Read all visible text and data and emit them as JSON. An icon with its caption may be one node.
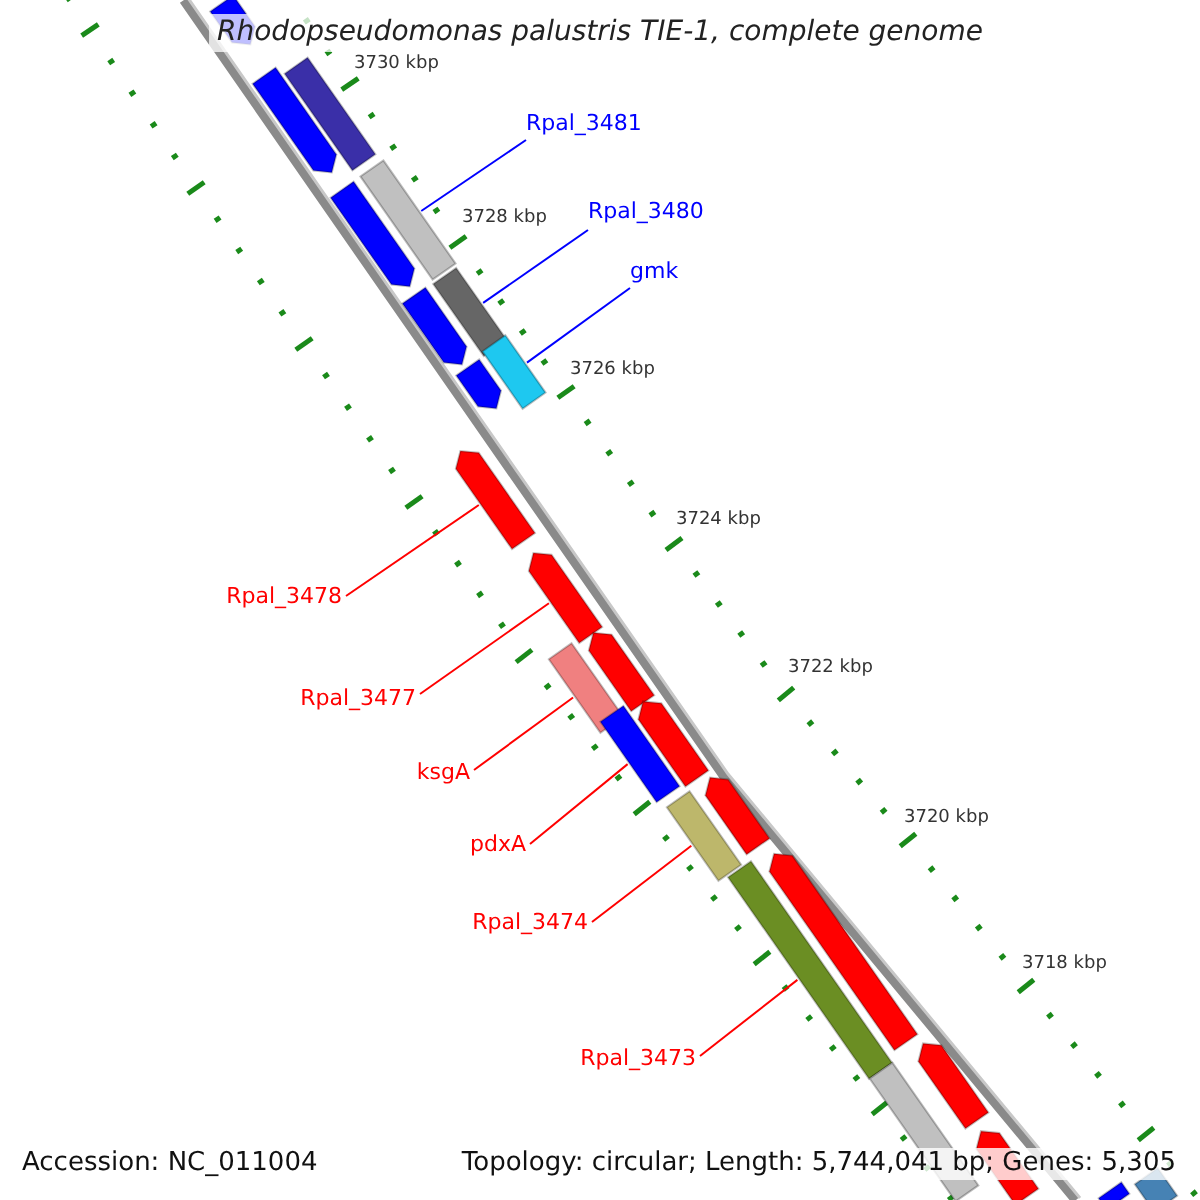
{
  "diagram": {
    "title": "Rhodopseudomonas palustris TIE-1, complete genome",
    "nodes": [
      {
        "text": [
          "Rpal_3481"
        ]
      },
      {
        "text": [],
        "shape": "bar"
      },
      {
        "text": [
          "Rpal_3480"
        ]
      },
      {
        "text": [],
        "shape": "bar"
      },
      {
        "text": [
          "gmk"
        ]
      },
      {
        "text": [],
        "shape": "bar"
      },
      {
        "text": [
          "Rpal_3478"
        ]
      },
      {
        "text": [],
        "shape": "bar"
      },
      {
        "text": [
          "Rpal_3477"
        ]
      },
      {
        "text": [],
        "shape": "bar"
      },
      {
        "text": [
          "ksgA"
        ]
      },
      {
        "text": [],
        "shape": "bar"
      },
      {
        "text": [
          "pdxA"
        ]
      },
      {
        "text": [],
        "shape": "bar"
      },
      {
        "text": [
          "Rpal_3474"
        ]
      },
      {
        "text": [],
        "shape": "bar"
      },
      {
        "text": [
          "Rpal_3473"
        ]
      },
      {
        "text": [],
        "shape": "bar"
      },
      {
        "text": [],
        "shape": "bar"
      },
      {
        "text": [],
        "shape": "bar"
      },
      {
        "text": [],
        "shape": "bar"
      },
      {
        "text": [],
        "shape": "bar"
      },
      {
        "text": [],
        "shape": "bar"
      },
      {
        "text": [],
        "shape": "bar"
      },
      {
        "text": [],
        "shape": "bar"
      },
      {
        "text": [],
        "shape": "bar"
      },
      {
        "text": [],
        "shape": "bar"
      },
      {
        "text": [],
        "shape": "bar"
      },
      {
        "text": [],
        "shape": "bar"
      },
      {
        "text": [],
        "shape": "bar"
      },
      {
        "text": [],
        "shape": "bar"
      },
      {
        "text": [],
        "shape": "bar"
      },
      {
        "text": [],
        "shape": "bar"
      }
    ],
    "edges": [
      {
        "from": 0,
        "to": 1,
        "arrow": "none",
        "color": "#0000ff"
      },
      {
        "from": 2,
        "to": 3,
        "arrow": "none",
        "color": "#0000ff"
      },
      {
        "from": 4,
        "to": 5,
        "arrow": "none",
        "color": "#0000ff"
      },
      {
        "from": 6,
        "to": 7,
        "arrow": "none"
      },
      {
        "from": 8,
        "to": 9,
        "arrow": "none"
      },
      {
        "from": 10,
        "to": 11,
        "arrow": "none"
      },
      {
        "from": 12,
        "to": 13,
        "arrow": "none"
      },
      {
        "from": 14,
        "to": 15,
        "arrow": "none"
      },
      {
        "from": 16,
        "to": 17,
        "arrow": "none"
      }
    ],
    "labels": [
      "3730 kbp",
      "3728 kbp",
      "3726 kbp",
      "3724 kbp",
      "3722 kbp",
      "3720 kbp",
      "3718 kbp",
      "Accession: NC_011004",
      "Topology: circular; Length: 5,744,041 bp; Genes: 5,305"
    ]
  }
}
